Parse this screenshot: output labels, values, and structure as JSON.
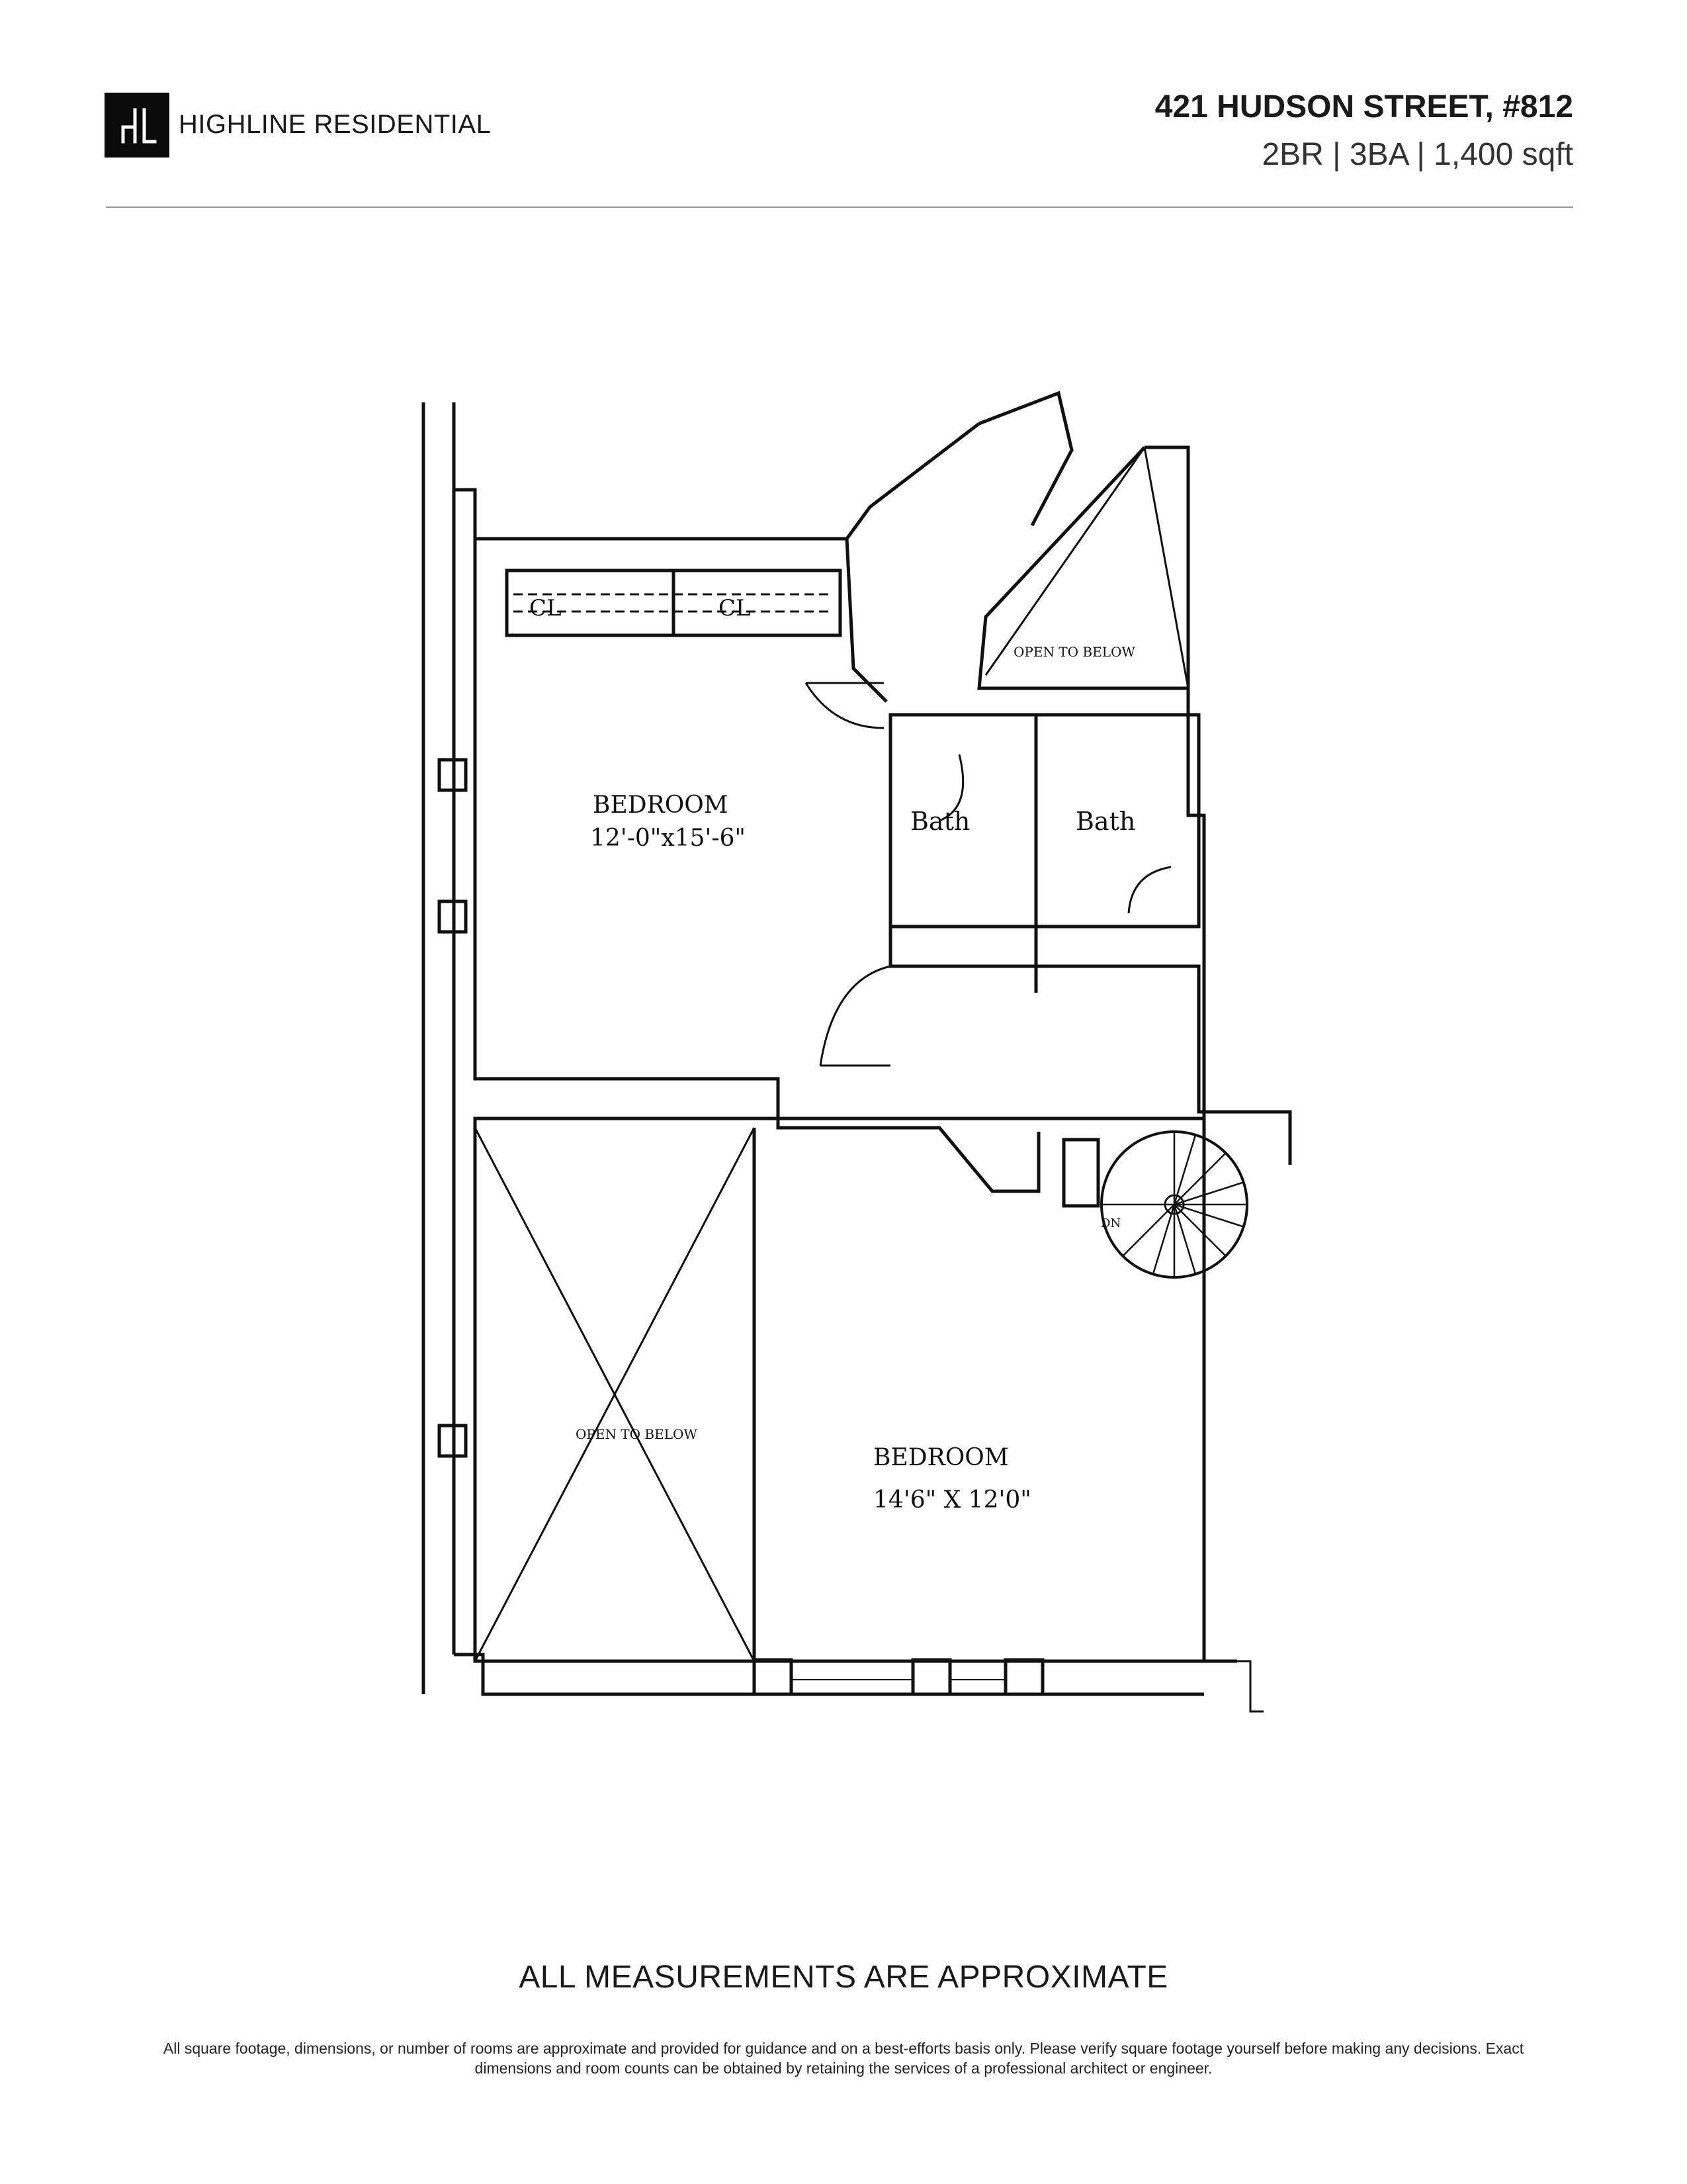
{
  "brand": {
    "logo_monogram": "HL",
    "name": "HIGHLINE RESIDENTIAL"
  },
  "listing": {
    "address": "421 HUDSON STREET, #812",
    "specs": "2BR | 3BA | 1,400 sqft"
  },
  "floorplan": {
    "closet_left": "CL",
    "closet_right": "CL",
    "open_to_below_top": "OPEN TO BELOW",
    "bedroom_1_name": "BEDROOM",
    "bedroom_1_dims": "12'-0\"x15'-6\"",
    "bath_1": "Bath",
    "bath_2": "Bath",
    "stair_label": "DN",
    "open_to_below_left": "OPEN TO BELOW",
    "bedroom_2_name": "BEDROOM",
    "bedroom_2_dims": "14'6\" X 12'0\""
  },
  "footer": {
    "notice_title": "ALL MEASUREMENTS ARE APPROXIMATE",
    "notice_body": "All square footage, dimensions, or number of rooms are approximate and provided for guidance and on a best-efforts basis only. Please verify square footage yourself before making any decisions. Exact dimensions and room counts can be obtained by retaining the services of a professional architect or engineer."
  }
}
